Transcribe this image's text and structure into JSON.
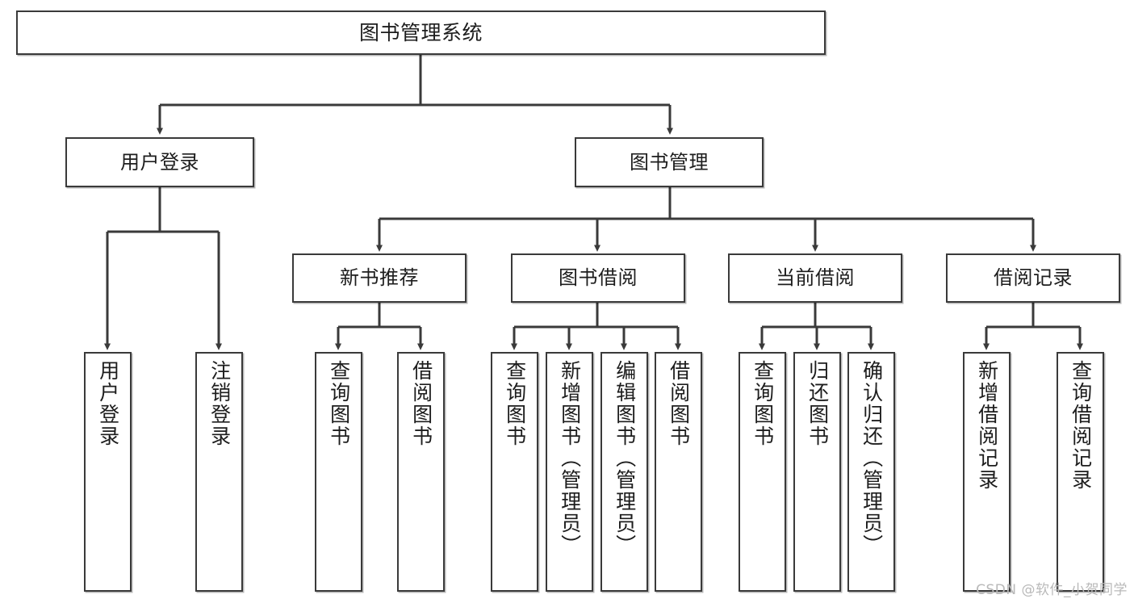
{
  "diagram": {
    "title": "图书管理系统",
    "type": "tree-hierarchy-chart",
    "colors": {
      "box_border": "#3a3a3a",
      "box_fill": "#ffffff",
      "connector": "#3a3a3a",
      "text": "#1d1d1d",
      "watermark": "#b9b9b9"
    },
    "root": {
      "label": "图书管理系统"
    },
    "level2": [
      {
        "label": "用户登录"
      },
      {
        "label": "图书管理"
      }
    ],
    "level3": [
      {
        "label": "新书推荐"
      },
      {
        "label": "图书借阅"
      },
      {
        "label": "当前借阅"
      },
      {
        "label": "借阅记录"
      }
    ],
    "leaves": {
      "user_login": [
        {
          "label": "用户登录"
        },
        {
          "label": "注销登录"
        }
      ],
      "new_book_recommend": [
        {
          "label": "查询图书"
        },
        {
          "label": "借阅图书"
        }
      ],
      "book_borrow": [
        {
          "label": "查询图书"
        },
        {
          "label": "新增图书（管理员）"
        },
        {
          "label": "编辑图书（管理员）"
        },
        {
          "label": "借阅图书"
        }
      ],
      "current_borrow": [
        {
          "label": "查询图书"
        },
        {
          "label": "归还图书"
        },
        {
          "label": "确认归还（管理员）"
        }
      ],
      "borrow_record": [
        {
          "label": "新增借阅记录"
        },
        {
          "label": "查询借阅记录"
        }
      ]
    }
  },
  "watermark": {
    "text": "CSDN @软件_小贺同学"
  }
}
